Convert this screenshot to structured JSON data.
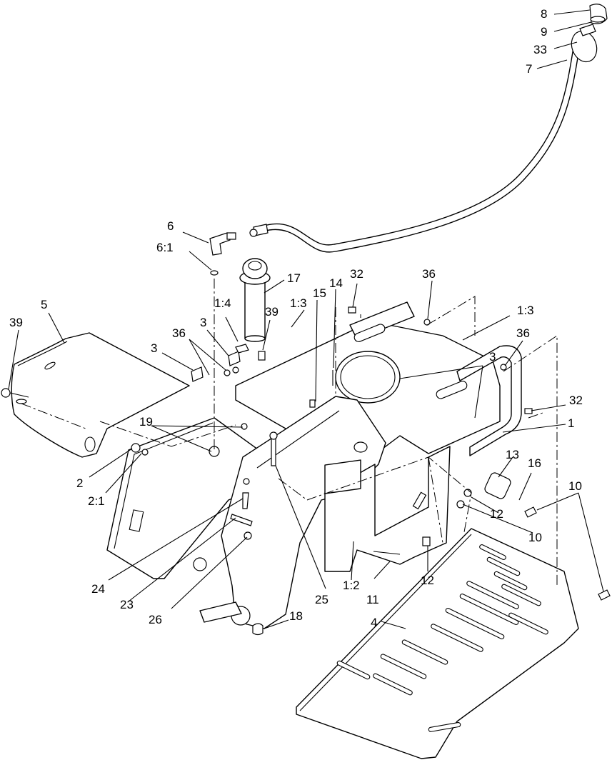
{
  "title": "",
  "callouts": [
    {
      "id": "c8",
      "text": "8"
    },
    {
      "id": "c9",
      "text": "9"
    },
    {
      "id": "c33",
      "text": "33"
    },
    {
      "id": "c7",
      "text": "7"
    },
    {
      "id": "c6",
      "text": "6"
    },
    {
      "id": "c6-1",
      "text": "6:1"
    },
    {
      "id": "c17",
      "text": "17"
    },
    {
      "id": "c32a",
      "text": "32"
    },
    {
      "id": "c36a",
      "text": "36"
    },
    {
      "id": "c15",
      "text": "15"
    },
    {
      "id": "c14",
      "text": "14"
    },
    {
      "id": "c1-3a",
      "text": "1:3"
    },
    {
      "id": "c1-3b",
      "text": "1:3"
    },
    {
      "id": "c39a",
      "text": "39"
    },
    {
      "id": "c1-4",
      "text": "1:4"
    },
    {
      "id": "c3a",
      "text": "3"
    },
    {
      "id": "c36b",
      "text": "36"
    },
    {
      "id": "c3b",
      "text": "3"
    },
    {
      "id": "c5",
      "text": "5"
    },
    {
      "id": "c39b",
      "text": "39"
    },
    {
      "id": "c36c",
      "text": "36"
    },
    {
      "id": "c3c",
      "text": "3"
    },
    {
      "id": "c32b",
      "text": "32"
    },
    {
      "id": "c1",
      "text": "1"
    },
    {
      "id": "c19",
      "text": "19"
    },
    {
      "id": "c2",
      "text": "2"
    },
    {
      "id": "c2-1",
      "text": "2:1"
    },
    {
      "id": "c13",
      "text": "13"
    },
    {
      "id": "c16",
      "text": "16"
    },
    {
      "id": "c10a",
      "text": "10"
    },
    {
      "id": "c12a",
      "text": "12"
    },
    {
      "id": "c10b",
      "text": "10"
    },
    {
      "id": "c24",
      "text": "24"
    },
    {
      "id": "c23",
      "text": "23"
    },
    {
      "id": "c26",
      "text": "26"
    },
    {
      "id": "c25",
      "text": "25"
    },
    {
      "id": "c1-2",
      "text": "1:2"
    },
    {
      "id": "c11",
      "text": "11"
    },
    {
      "id": "c12b",
      "text": "12"
    },
    {
      "id": "c18",
      "text": "18"
    },
    {
      "id": "c4",
      "text": "4"
    }
  ]
}
